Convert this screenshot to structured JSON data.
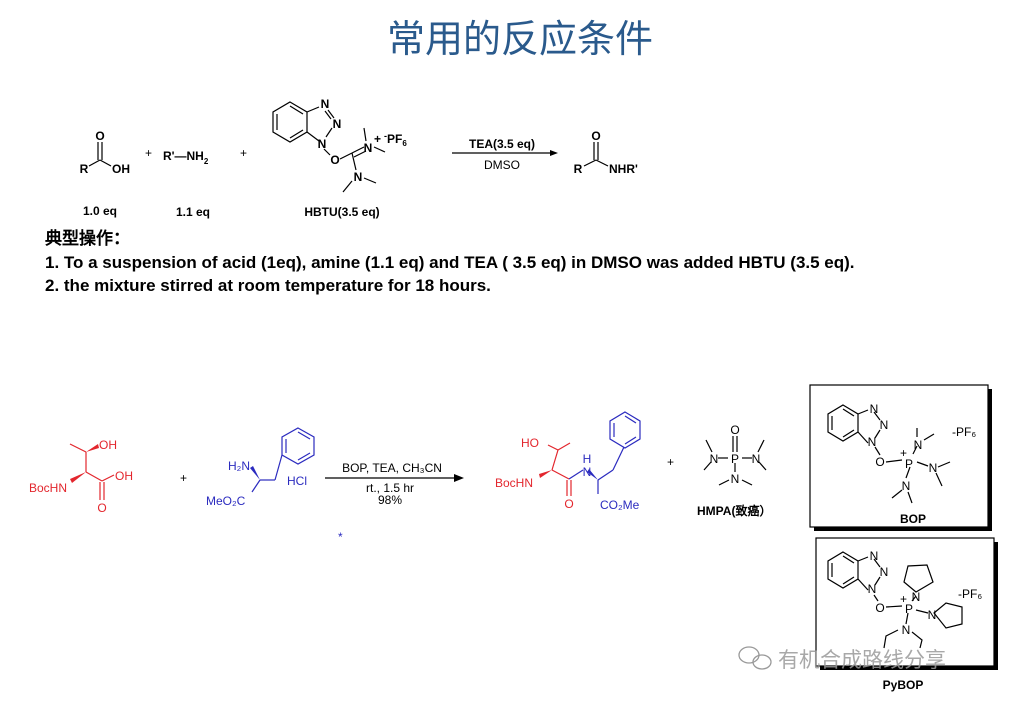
{
  "title": "常用的反应条件",
  "reaction1": {
    "acid": {
      "o": "O",
      "r": "R",
      "oh": "OH",
      "eq": "1.0 eq"
    },
    "plus": "+",
    "amine": {
      "label": "R'—NH",
      "sub": "2",
      "eq": "1.1 eq"
    },
    "hbtu": {
      "n1": "N",
      "n2": "N",
      "n3": "N",
      "o": "O",
      "nplus": "N",
      "plus": "+",
      "n4": "N",
      "pf6_minus": "-",
      "pf6": "PF",
      "pf6_sub": "6",
      "label": "HBTU(3.5 eq)"
    },
    "conditions": {
      "above": "TEA(3.5 eq)",
      "below": "DMSO"
    },
    "product": {
      "o": "O",
      "r": "R",
      "nhr": "NHR'"
    }
  },
  "procedure": {
    "heading": "典型操作：",
    "steps": [
      "1. To a suspension of acid (1eq), amine (1.1 eq) and TEA ( 3.5 eq) in DMSO was added HBTU (3.5 eq).",
      "2. the mixture stirred at room temperature for 18 hours."
    ]
  },
  "reaction2": {
    "thr": {
      "oh": "OH",
      "bochn": "BocHN",
      "cooh": "OH",
      "o": "O"
    },
    "plus": "+",
    "phe": {
      "h2n": "H₂N",
      "hcl": "HCl",
      "meo2c": "MeO₂C"
    },
    "conditions": {
      "line1": "BOP, TEA, CH₃CN",
      "line2": "rt., 1.5 hr",
      "line3": "98%"
    },
    "asterisk": "*",
    "product": {
      "ho": "HO",
      "bochn": "BocHN",
      "o": "O",
      "h": "H",
      "n": "N",
      "co2me": "CO₂Me"
    },
    "plus2": "+",
    "hmpa": {
      "o": "O",
      "p": "P",
      "n": "N",
      "label": "HMPA(致癌）"
    }
  },
  "reagents": {
    "bop": {
      "label": "BOP",
      "pf6": "-PF₆",
      "o": "O",
      "p": "P",
      "plus": "+",
      "n": "N"
    },
    "pybop": {
      "label": "PyBOP",
      "pf6": "-PF₆",
      "o": "O",
      "p": "P",
      "plus": "+",
      "n": "N"
    }
  },
  "watermark": "有机合成路线分享",
  "colors": {
    "title": "#2a5a8c",
    "red": "#e3262d",
    "blue": "#2b2bbf"
  }
}
